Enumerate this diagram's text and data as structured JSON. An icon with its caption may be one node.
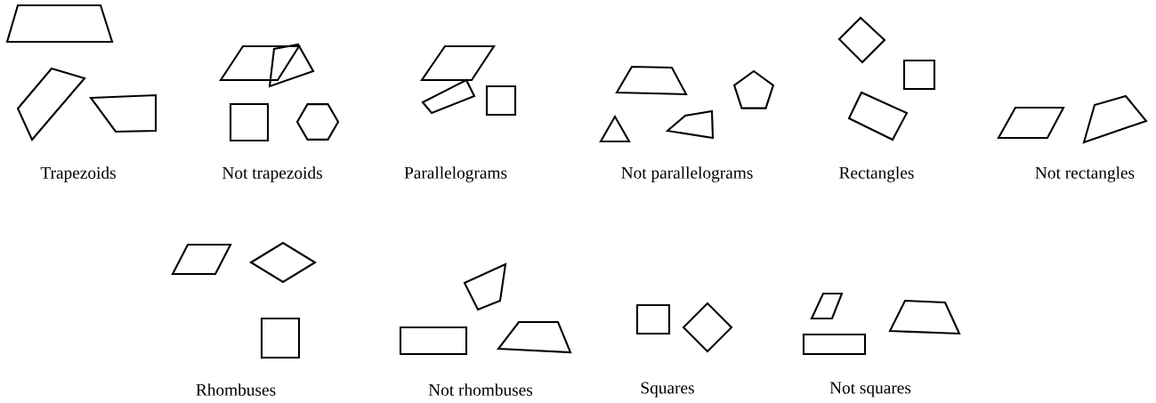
{
  "diagram": {
    "labels": [
      "Trapezoids",
      "Not trapezoids",
      "Parallelograms",
      "Not parallelograms",
      "Rectangles",
      "Not rectangles",
      "Rhombuses",
      "Not rhombuses",
      "Squares",
      "Not squares"
    ]
  }
}
